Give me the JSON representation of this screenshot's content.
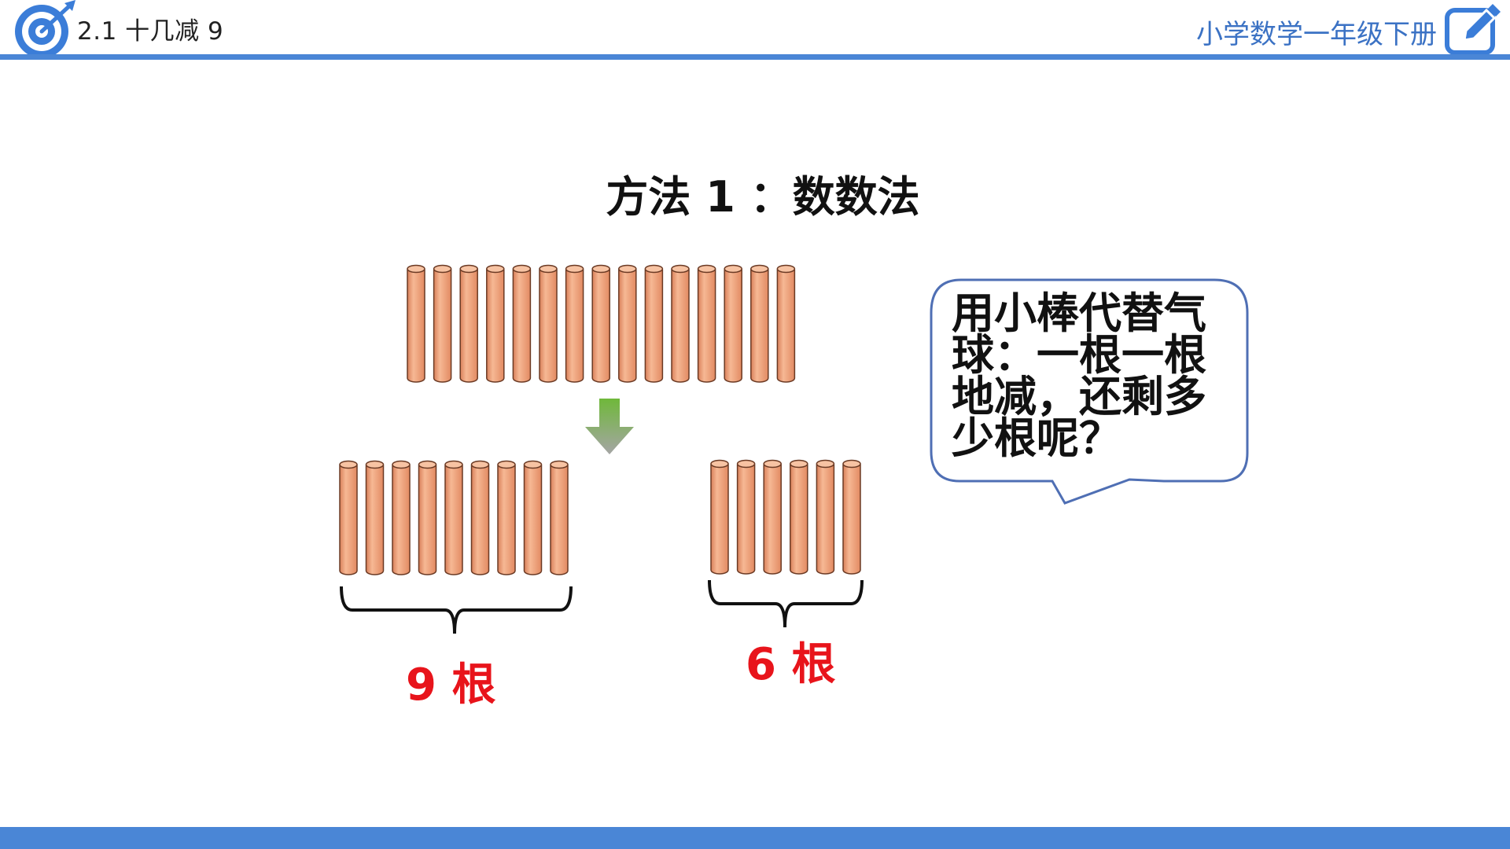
{
  "header": {
    "lesson_title": "2.1  十几减 9",
    "book_title": "小学数学一年级下册"
  },
  "main": {
    "method_title": "方法 1 ：数数法",
    "bubble_text": "用小棒代替气球：一根一根地减，还剩多少根呢？",
    "left_count_label": "9 根",
    "right_count_label": "6 根"
  },
  "sticks": {
    "top_group": 15,
    "left_group": 9,
    "right_group": 6
  },
  "colors": {
    "accent": "#4a86d6",
    "stick": "#f0a27a",
    "label_red": "#e8141b"
  }
}
